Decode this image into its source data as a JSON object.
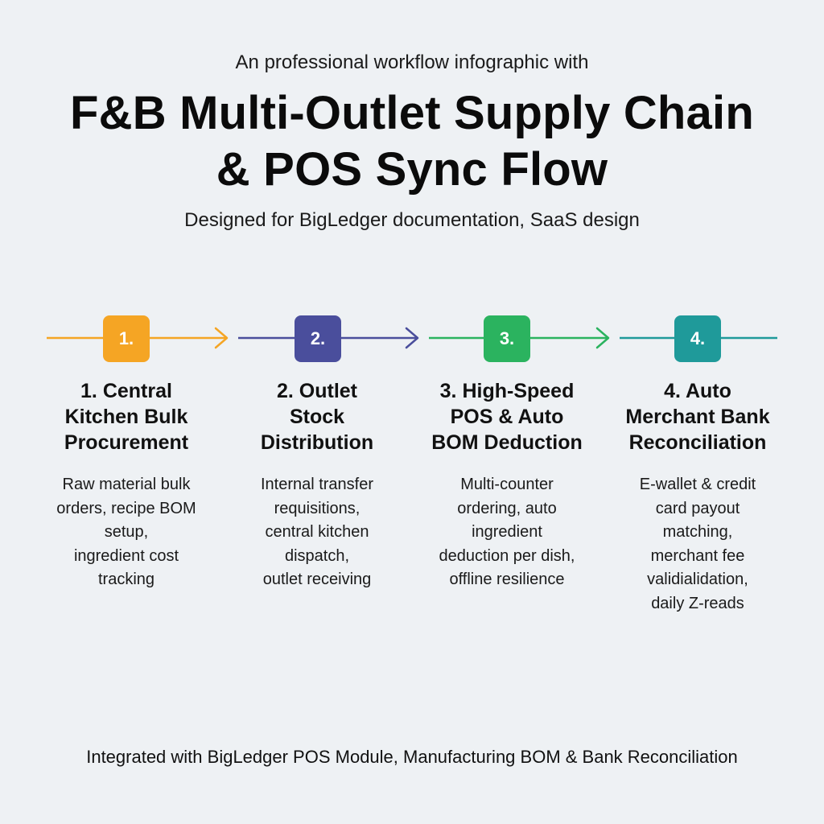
{
  "header": {
    "pretitle": "An professional workflow infographic with",
    "title_line1": "F&B Multi-Outlet Supply Chain",
    "title_line2": "& POS Sync Flow",
    "subtitle": "Designed for BigLedger documentation, SaaS design"
  },
  "colors": {
    "background": "#eef1f4",
    "step1": "#f5a524",
    "step2": "#4a4e9c",
    "step3": "#2bb35f",
    "step4": "#1f9a9a"
  },
  "steps": [
    {
      "badge": "1.",
      "title_lines": [
        "1. Central",
        "Kitchen Bulk",
        "Procurement"
      ],
      "desc_lines": [
        "Raw material bulk",
        "orders, recipe BOM",
        "setup,",
        "ingredient cost",
        "tracking"
      ]
    },
    {
      "badge": "2.",
      "title_lines": [
        "2. Outlet",
        "Stock",
        "Distribution"
      ],
      "desc_lines": [
        "Internal transfer",
        "requisitions,",
        "central kitchen",
        "dispatch,",
        "outlet receiving"
      ]
    },
    {
      "badge": "3.",
      "title_lines": [
        "3. High-Speed",
        "POS & Auto",
        "BOM Deduction"
      ],
      "desc_lines": [
        "Multi-counter",
        "ordering, auto",
        "ingredient",
        "deduction per dish,",
        "offline resilience"
      ]
    },
    {
      "badge": "4.",
      "title_lines": [
        "4. Auto",
        "Merchant Bank",
        "Reconciliation"
      ],
      "desc_lines": [
        "E-wallet & credit",
        "card payout",
        "matching,",
        "merchant fee",
        "validialidation,",
        "daily Z-reads"
      ]
    }
  ],
  "footer": {
    "text": "Integrated with BigLedger POS Module, Manufacturing BOM & Bank Reconciliation"
  }
}
